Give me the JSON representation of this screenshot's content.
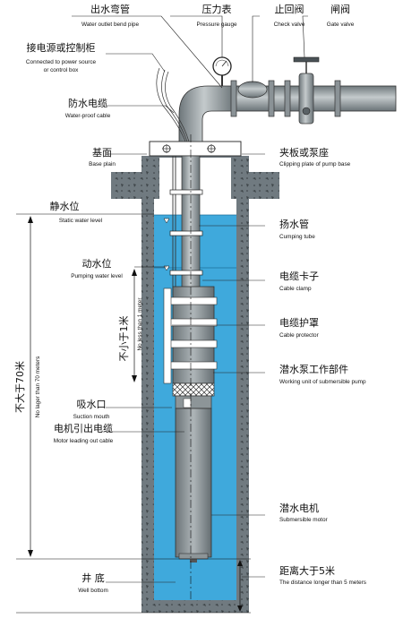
{
  "labels": {
    "outlet_pipe": {
      "cn": "出水弯管",
      "en": "Water outlet bend pipe"
    },
    "pressure_gauge": {
      "cn": "压力表",
      "en": "Pressure gauge"
    },
    "check_valve": {
      "cn": "止回阀",
      "en": "Check valve"
    },
    "gate_valve": {
      "cn": "闸阀",
      "en": "Gate valve"
    },
    "power_source": {
      "cn": "接电源或控制柜",
      "en1": "Connected to power source",
      "en2": "or control box"
    },
    "waterproof_cable": {
      "cn": "防水电缆",
      "en": "Water-proof cable"
    },
    "base_plain": {
      "cn": "基面",
      "en": "Base plain"
    },
    "clipping_plate": {
      "cn": "夹板或泵座",
      "en": "Clipping plate of pump base"
    },
    "static_level": {
      "cn": "静水位",
      "en": "Static water level"
    },
    "pumping_tube": {
      "cn": "扬水管",
      "en": "Cumping tube"
    },
    "pumping_level": {
      "cn": "动水位",
      "en": "Pumping water level"
    },
    "cable_clamp": {
      "cn": "电缆卡子",
      "en": "Cable clamp"
    },
    "cable_protector": {
      "cn": "电缆护罩",
      "en": "Cable protector"
    },
    "working_unit": {
      "cn": "潜水泵工作部件",
      "en": "Working unit of submersible pump"
    },
    "suction_mouth": {
      "cn": "吸水口",
      "en": "Suction mouth"
    },
    "motor_cable": {
      "cn": "电机引出电缆",
      "en": "Motor leading out cable"
    },
    "submersible_motor": {
      "cn": "潜水电机",
      "en": "Submersible motor"
    },
    "well_bottom": {
      "cn": "井 底",
      "en": "Well bottom"
    },
    "distance_bottom": {
      "cn": "距离大于5米",
      "en": "The distance longer than 5 meters"
    },
    "not_larger_70": {
      "cn": "不大于70米",
      "en": "No lager than 70 meters"
    },
    "not_less_1": {
      "cn": "不小于1米",
      "en": "No less than 1 meter"
    }
  }
}
